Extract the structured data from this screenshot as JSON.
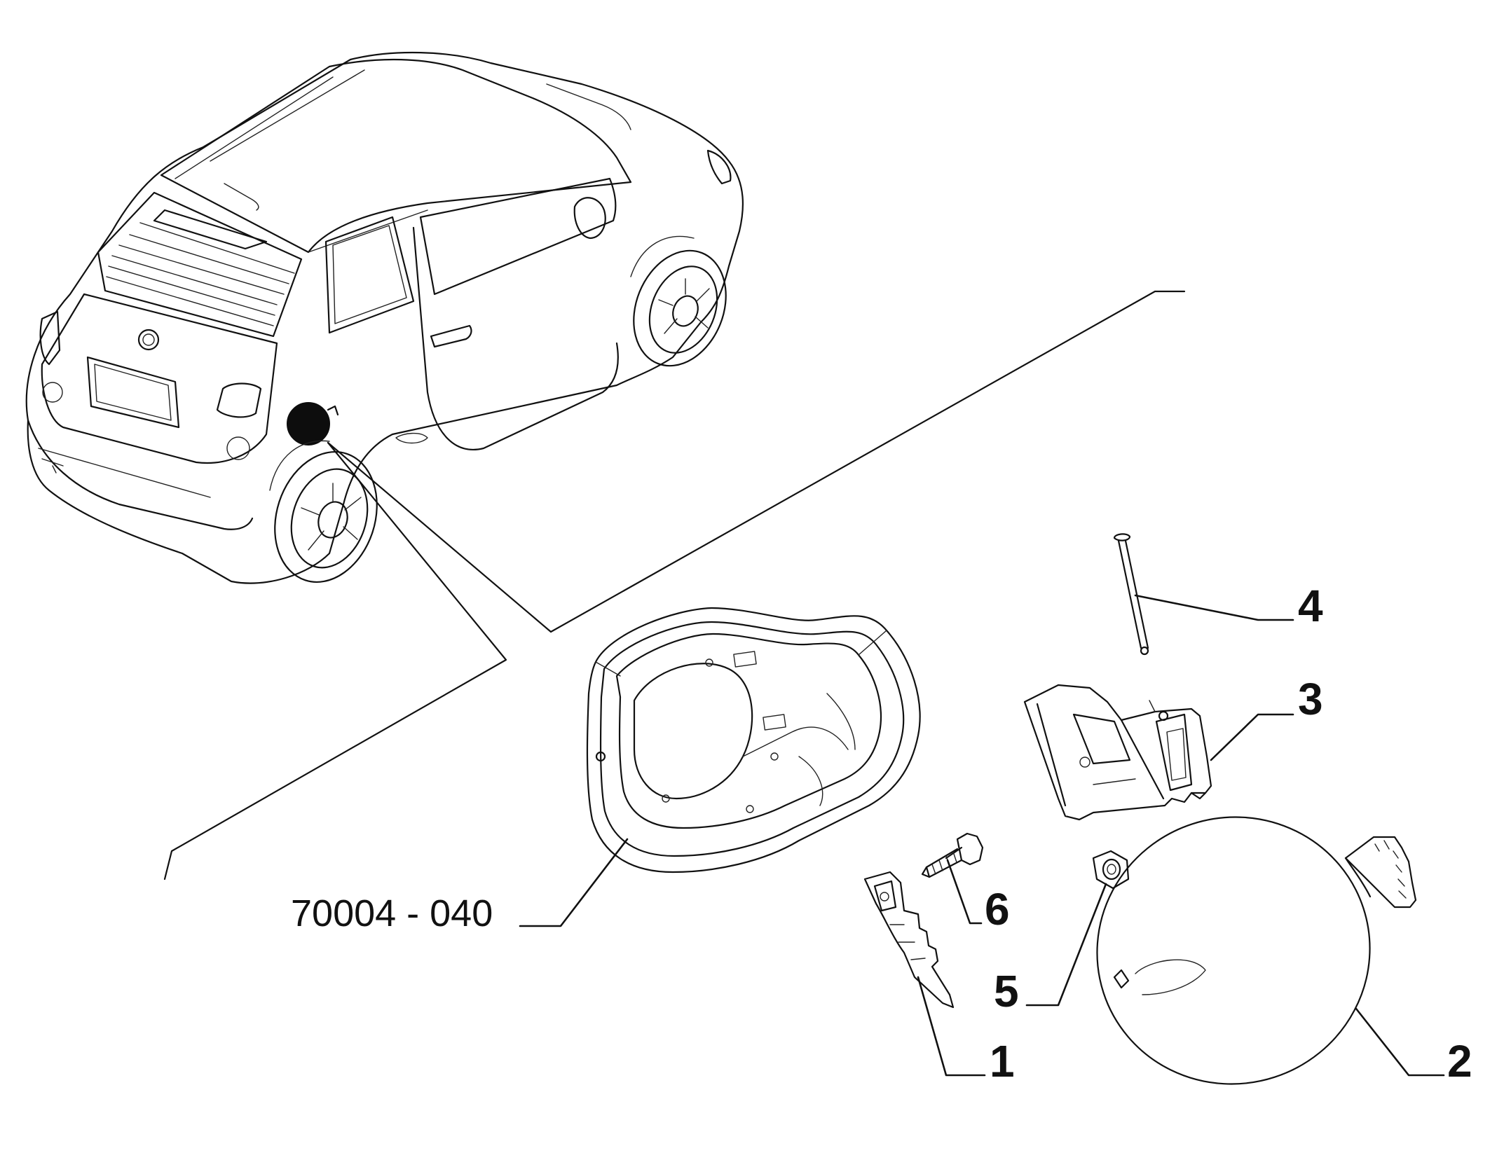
{
  "diagram": {
    "reference_code": "70004 - 040",
    "callouts": [
      {
        "id": "1",
        "label": "1"
      },
      {
        "id": "2",
        "label": "2"
      },
      {
        "id": "3",
        "label": "3"
      },
      {
        "id": "4",
        "label": "4"
      },
      {
        "id": "5",
        "label": "5"
      },
      {
        "id": "6",
        "label": "6"
      }
    ]
  }
}
